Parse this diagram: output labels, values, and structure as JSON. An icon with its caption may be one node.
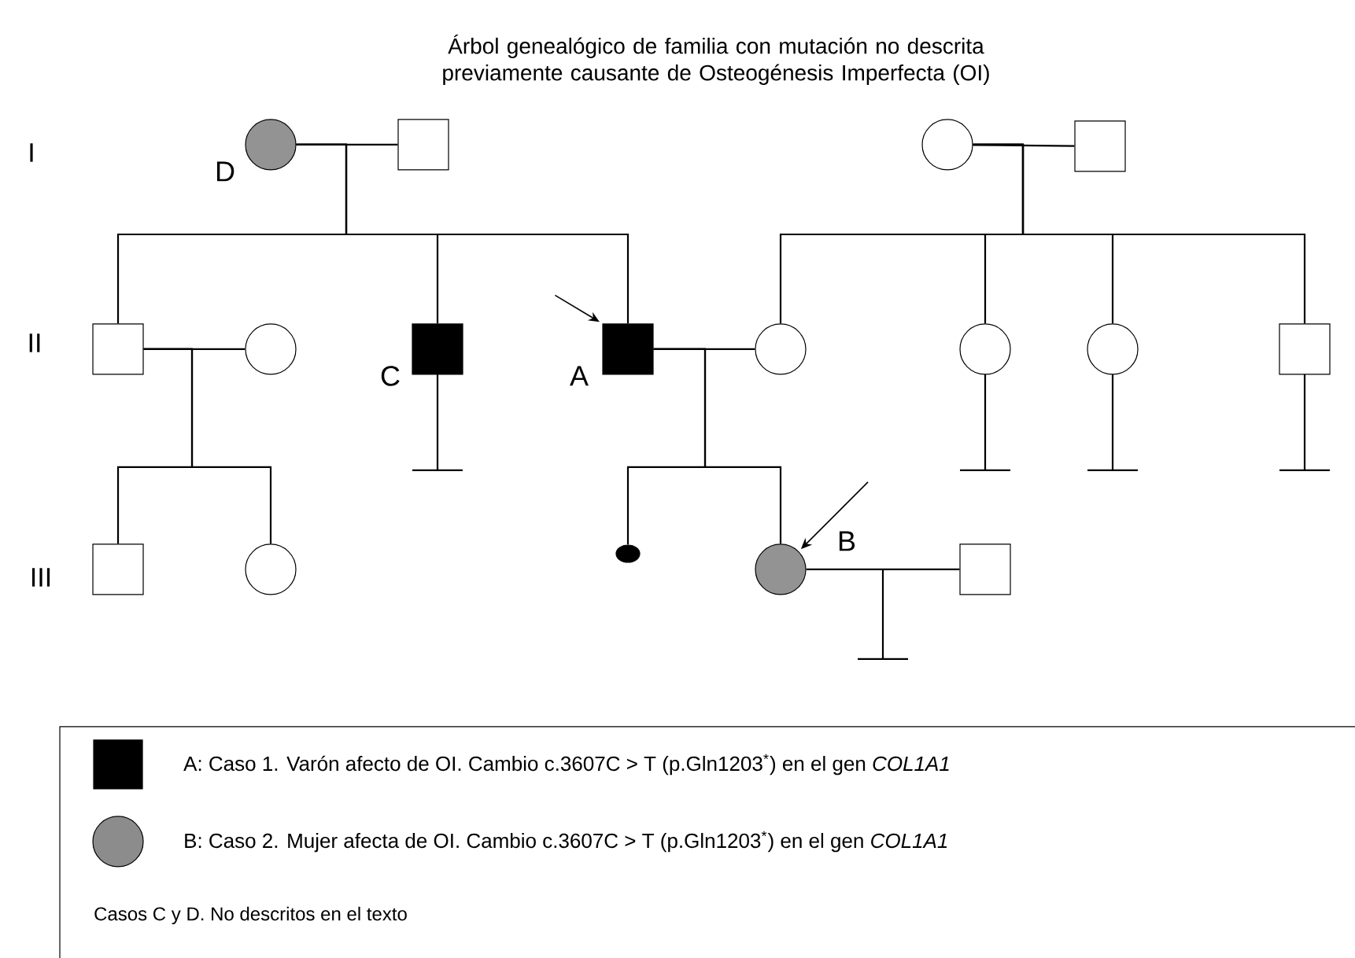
{
  "diagram": {
    "title": "Árbol genealógico de familia con mutación no descrita previamente causante de Osteogénesis Imperfecta (OI)",
    "nodes": [
      {
        "text": [],
        "shape": "circle",
        "beside": [
          "D"
        ]
      },
      {
        "text": [],
        "shape": "box"
      },
      {
        "text": [],
        "shape": "circle"
      },
      {
        "text": [],
        "shape": "box"
      },
      {
        "text": [],
        "shape": "box"
      },
      {
        "text": [],
        "shape": "circle"
      },
      {
        "text": [],
        "shape": "box",
        "beside": [
          "C"
        ]
      },
      {
        "text": [],
        "shape": "box",
        "beside": [
          "A"
        ]
      },
      {
        "text": [],
        "shape": "circle"
      },
      {
        "text": [],
        "shape": "circle"
      },
      {
        "text": [],
        "shape": "circle"
      },
      {
        "text": [],
        "shape": "box"
      },
      {
        "text": [],
        "shape": "box"
      },
      {
        "text": [],
        "shape": "circle"
      },
      {
        "text": [],
        "shape": "circle"
      },
      {
        "text": [],
        "shape": "circle",
        "beside": [
          "B"
        ]
      },
      {
        "text": [],
        "shape": "box"
      }
    ],
    "edges": [
      {
        "from": 0,
        "to": 1,
        "arrow": "none"
      },
      {
        "from": 2,
        "to": 3,
        "arrow": "none"
      },
      {
        "from": 4,
        "to": 5,
        "arrow": "none"
      },
      {
        "from": 7,
        "to": 8,
        "arrow": "none"
      },
      {
        "from": 15,
        "to": 16,
        "arrow": "none"
      },
      {
        "from": 0,
        "to": 4,
        "arrow": "none"
      },
      {
        "from": 0,
        "to": 6,
        "arrow": "none"
      },
      {
        "from": 0,
        "to": 7,
        "arrow": "none"
      },
      {
        "from": 2,
        "to": 8,
        "arrow": "none"
      },
      {
        "from": 2,
        "to": 9,
        "arrow": "none"
      },
      {
        "from": 2,
        "to": 10,
        "arrow": "none"
      },
      {
        "from": 2,
        "to": 11,
        "arrow": "none"
      },
      {
        "from": 4,
        "to": 12,
        "arrow": "none"
      },
      {
        "from": 4,
        "to": 13,
        "arrow": "none"
      },
      {
        "from": 7,
        "to": 14,
        "arrow": "none"
      },
      {
        "from": 7,
        "to": 15,
        "arrow": "none"
      },
      {
        "from": null,
        "to": 7,
        "arrow": "to"
      },
      {
        "from": null,
        "to": 15,
        "arrow": "to"
      }
    ],
    "labels": [
      "I",
      "II",
      "III",
      "Casos C y D. No descritos en el texto"
    ],
    "legend": [
      {
        "text": "A: Caso 1. Varón afecto de OI. Cambio c.3607C > T (p.Gln1203$^{*}$) en el gen *COL1A1*",
        "color": "#000000"
      },
      {
        "text": "B: Caso 2. Mujer afecta de OI. Cambio c.3607C > T (p.Gln1203$^{*}$) en el gen *COL1A1*",
        "color": "#8c8c8c"
      }
    ]
  }
}
